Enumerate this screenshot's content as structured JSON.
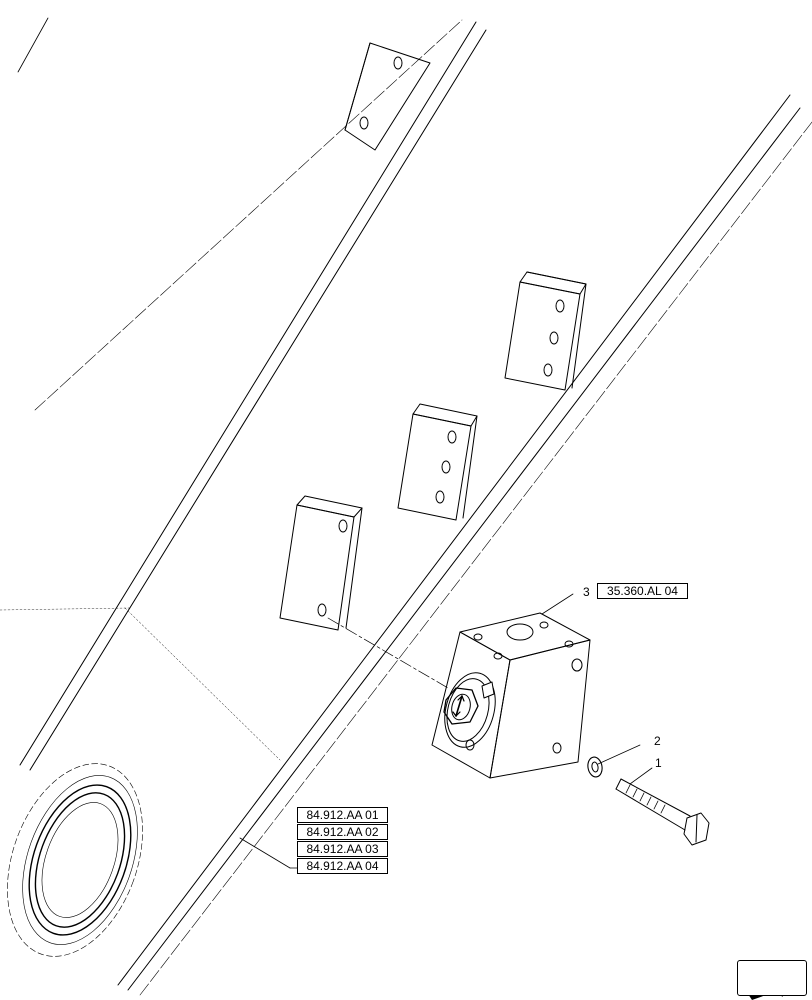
{
  "callouts": {
    "item3": {
      "number": "3",
      "reference": "35.360.AL 04"
    },
    "item2": {
      "number": "2"
    },
    "item1": {
      "number": "1"
    }
  },
  "reference_group": [
    "84.912.AA 01",
    "84.912.AA 02",
    "84.912.AA 03",
    "84.912.AA 04"
  ],
  "navigation": {
    "icon": "next-page-arrow-icon"
  }
}
